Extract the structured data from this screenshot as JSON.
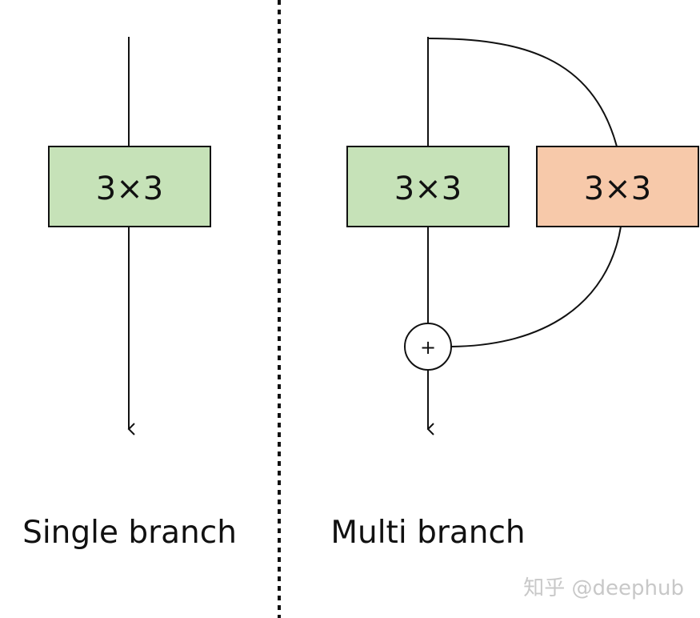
{
  "left_panel": {
    "block_label": "3×3",
    "caption": "Single branch"
  },
  "right_panel": {
    "main_block_label": "3×3",
    "side_block_label": "3×3",
    "add_symbol": "+",
    "caption": "Multi branch"
  },
  "watermark": "知乎 @deephub",
  "colors": {
    "green_block": "#c6e2b8",
    "orange_block": "#f7c9aa",
    "line": "#111111"
  }
}
